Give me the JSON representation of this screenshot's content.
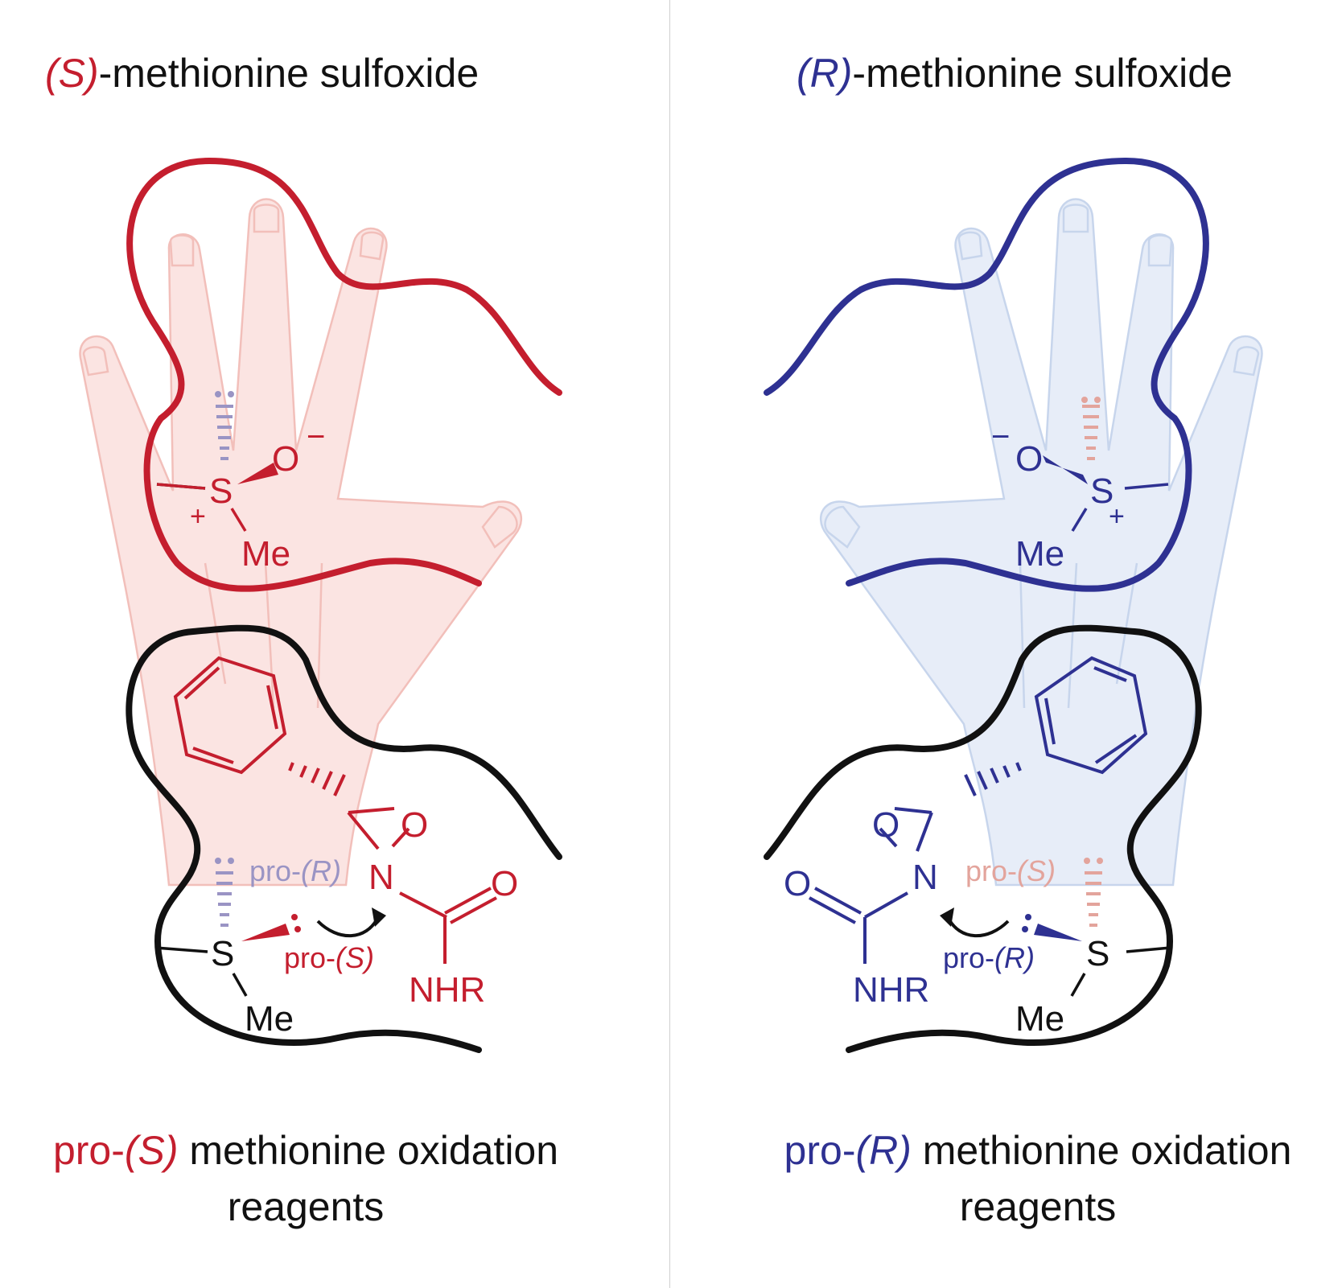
{
  "colors": {
    "red": "#c41e2e",
    "blue": "#2e3192",
    "black": "#111111",
    "light_red": "#f4c7c3",
    "light_blue": "#c9d6ee",
    "faded_purple": "#9a94c4",
    "faded_salmon": "#e3a49c"
  },
  "left": {
    "title": {
      "config": "(S)",
      "rest": "-methionine sulfoxide"
    },
    "caption": {
      "prefix": "pro-",
      "config": "(S)",
      "line1_rest": " methionine oxidation",
      "line2": "reagents"
    },
    "sulfoxide": {
      "S": "S",
      "O": "O",
      "O_charge": "−",
      "S_charge": "+",
      "Me": "Me"
    },
    "reagent": {
      "O_ring": "O",
      "N": "N",
      "O_carbonyl": "O",
      "NHR": "NHR",
      "S": "S",
      "Me": "Me",
      "pro_R": {
        "prefix": "pro-",
        "config": "(R)"
      },
      "pro_S": {
        "prefix": "pro-",
        "config": "(S)"
      }
    }
  },
  "right": {
    "title": {
      "config": "(R)",
      "rest": "-methionine sulfoxide"
    },
    "caption": {
      "prefix": "pro-",
      "config": "(R)",
      "line1_rest": " methionine oxidation",
      "line2": "reagents"
    },
    "sulfoxide": {
      "S": "S",
      "O": "O",
      "O_charge": "−",
      "S_charge": "+",
      "Me": "Me"
    },
    "reagent": {
      "O_ring": "O",
      "N": "N",
      "O_carbonyl": "O",
      "NHR": "NHR",
      "S": "S",
      "Me": "Me",
      "pro_S": {
        "prefix": "pro-",
        "config": "(S)"
      },
      "pro_R": {
        "prefix": "pro-",
        "config": "(R)"
      }
    }
  }
}
